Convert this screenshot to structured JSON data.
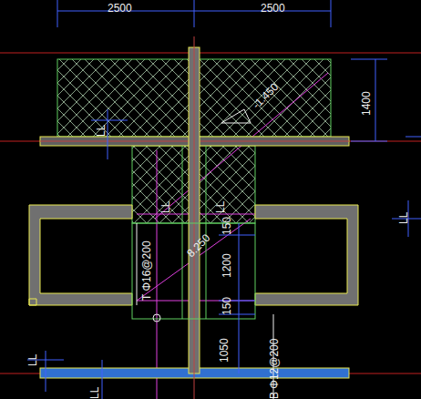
{
  "diagram": {
    "labels": [
      "2500",
      "2500",
      "1400",
      "-1.450",
      "LL",
      "LL",
      "LL",
      "LL",
      "8.250",
      "T Φ16@200",
      "150",
      "1200",
      "150",
      "1050",
      "B Φ12@200",
      "LL",
      "LL"
    ]
  }
}
